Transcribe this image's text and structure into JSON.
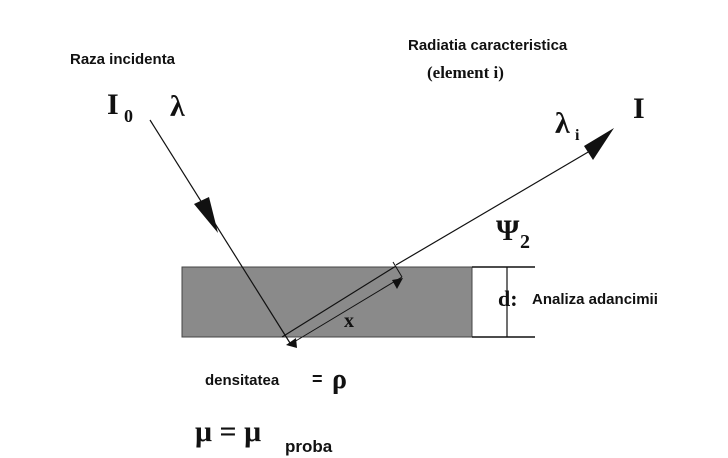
{
  "labels": {
    "incident_ray": "Raza incidenta",
    "characteristic_radiation": "Radiatia caracteristica",
    "element": "(element i)",
    "intensity_initial": "I",
    "intensity_initial_sub": "0",
    "wavelength": "λ",
    "wavelength_char": "λ",
    "wavelength_char_sub": "i",
    "intensity_out": "I",
    "angle_symbol": "Ψ",
    "angle_sub": "2",
    "depth_symbol": "d:",
    "depth_label": "Analiza adancimii",
    "path_label": "x",
    "density_label": "densitatea",
    "density_eq": "= ",
    "density_symbol": "ρ",
    "mu_equation": "μ = μ",
    "mu_sub": "proba"
  },
  "colors": {
    "sample": "#8a8a8a",
    "ink": "#111111"
  }
}
